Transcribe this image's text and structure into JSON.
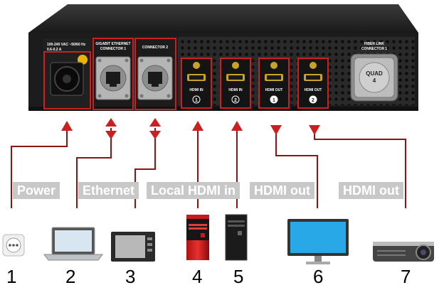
{
  "panel": {
    "power_spec_line1": "100-240 VAC ~50/60 Hz",
    "power_spec_line2": "0.6-0.2 A",
    "eth1_title_line1": "GIGABIT ETHERNET",
    "eth1_title_line2": "CONNECTOR 1",
    "eth2_title": "CONNECTOR 2",
    "hdmi_in_label": "HDMI IN",
    "hdmi_out_label": "HDMI OUT",
    "hdmi_ports": [
      {
        "label": "HDMI IN",
        "number": "1"
      },
      {
        "label": "HDMI IN",
        "number": "2"
      },
      {
        "label": "HDMI OUT",
        "number": "1"
      },
      {
        "label": "HDMI OUT",
        "number": "2"
      }
    ],
    "fiber_title_line1": "FIBER LINK",
    "fiber_title_line2": "CONNECTOR 1",
    "quad_text_line1": "QUAD",
    "quad_text_line2": "4"
  },
  "group_labels": {
    "power": "Power",
    "ethernet": "Ethernet",
    "local_hdmi_in": "Local HDMI in",
    "hdmi_out_1": "HDMI out",
    "hdmi_out_2": "HDMI out"
  },
  "devices": [
    {
      "number": "1",
      "icon": "power-outlet-icon"
    },
    {
      "number": "2",
      "icon": "laptop-icon"
    },
    {
      "number": "3",
      "icon": "touch-panel-icon"
    },
    {
      "number": "4",
      "icon": "pc-tower-red-icon"
    },
    {
      "number": "5",
      "icon": "pc-tower-dark-icon"
    },
    {
      "number": "6",
      "icon": "monitor-icon"
    },
    {
      "number": "7",
      "icon": "projector-icon"
    }
  ],
  "colors": {
    "highlight": "#cc1f1f",
    "line": "#8b1414",
    "chassis": "#1f1f1f",
    "label_bg": "#c8c8c8"
  }
}
